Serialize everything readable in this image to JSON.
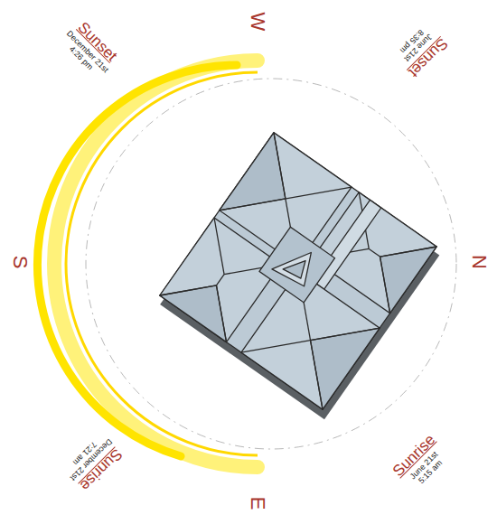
{
  "diagram": {
    "labels": [
      "W",
      "Sunset",
      "December 21st",
      "4:26 pm",
      "Sunset",
      "June 21st",
      "8:35 pm",
      "S",
      "N",
      "Sunrise",
      "December 21st",
      "7:21 am",
      "Sunrise",
      "June 21st",
      "5:15 am",
      "E"
    ]
  }
}
